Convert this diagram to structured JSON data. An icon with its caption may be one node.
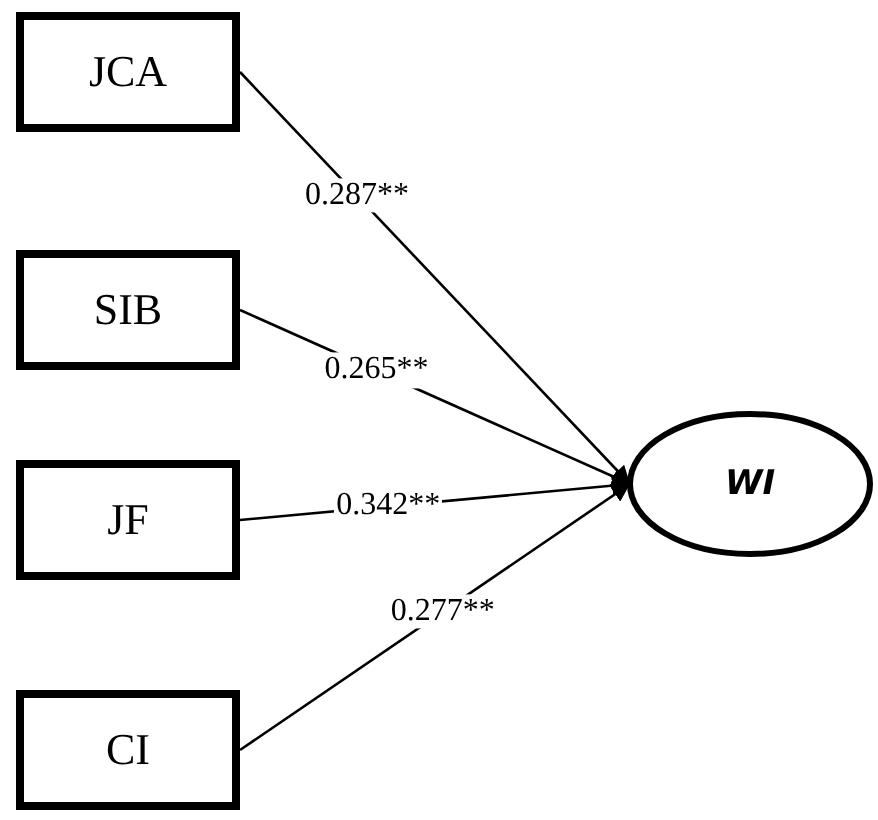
{
  "diagram": {
    "nodes": [
      {
        "text": [
          "JCA"
        ]
      },
      {
        "text": [
          "SIB"
        ]
      },
      {
        "text": [
          "JF"
        ]
      },
      {
        "text": [
          "CI"
        ]
      },
      {
        "text": [
          "WI"
        ]
      }
    ],
    "edges": [
      {
        "from": 0,
        "to": 4,
        "arrow": "to",
        "label": "0.287**"
      },
      {
        "from": 1,
        "to": 4,
        "arrow": "to",
        "label": "0.265**"
      },
      {
        "from": 2,
        "to": 4,
        "arrow": "to",
        "label": "0.342**"
      },
      {
        "from": 3,
        "to": 4,
        "arrow": "to",
        "label": "0.277**"
      }
    ]
  }
}
